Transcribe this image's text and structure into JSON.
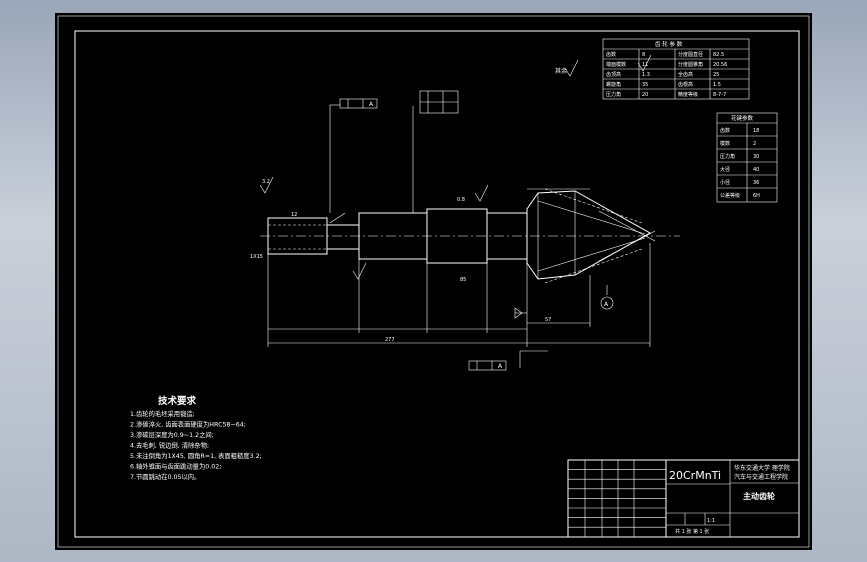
{
  "notes": {
    "title": "技术要求",
    "items": [
      "1.齿轮的毛坯采用锻造;",
      "2.渗碳淬火, 齿面表面硬度为HRC58~64;",
      "3.渗碳层深度为0.9~1.2之间;",
      "4.去毛刺, 锐边倒, 清除杂物;",
      "5.未注倒角为1X45, 圆角R=1, 表面粗糙度3.2;",
      "6.轴外锥面与齿面跳动量为0.02;",
      "7.节圆跳动在0.05以内。"
    ]
  },
  "title_block": {
    "material": "20CrMnTi",
    "school_line1": "华东交通大学 理学院",
    "school_line2": "汽车与交通工程学院",
    "part_name": "主动齿轮",
    "scale_cell": "1:1",
    "sheet_info": "共 1 张  第 1 张"
  },
  "gear_table": {
    "title": "齿 轮 参 数",
    "rows": [
      [
        "齿数",
        "8",
        "分度圆直径",
        "82.5"
      ],
      [
        "端面模数",
        "11",
        "分度圆锥角",
        "20.56"
      ],
      [
        "齿顶高",
        "1.3",
        "全齿高",
        "25"
      ],
      [
        "螺旋角",
        "35",
        "齿根高",
        "1.5"
      ],
      [
        "压力角",
        "20",
        "精度等级",
        "8-7-7"
      ]
    ]
  },
  "spline_table": {
    "title": "花键参数",
    "rows": [
      [
        "齿数",
        "18"
      ],
      [
        "模数",
        "2"
      ],
      [
        "压力角",
        "30"
      ],
      [
        "大径",
        "40"
      ],
      [
        "小径",
        "36"
      ],
      [
        "公差等级",
        "6H"
      ]
    ]
  },
  "annotations": {
    "roughness_other": "其余",
    "datum_a": "A",
    "len_total": "277",
    "len_right": "57",
    "roughness_a": "3.2",
    "roughness_b": "0.8",
    "dim_small": "12",
    "dim_seg": "85",
    "chamfer": "1X15"
  }
}
